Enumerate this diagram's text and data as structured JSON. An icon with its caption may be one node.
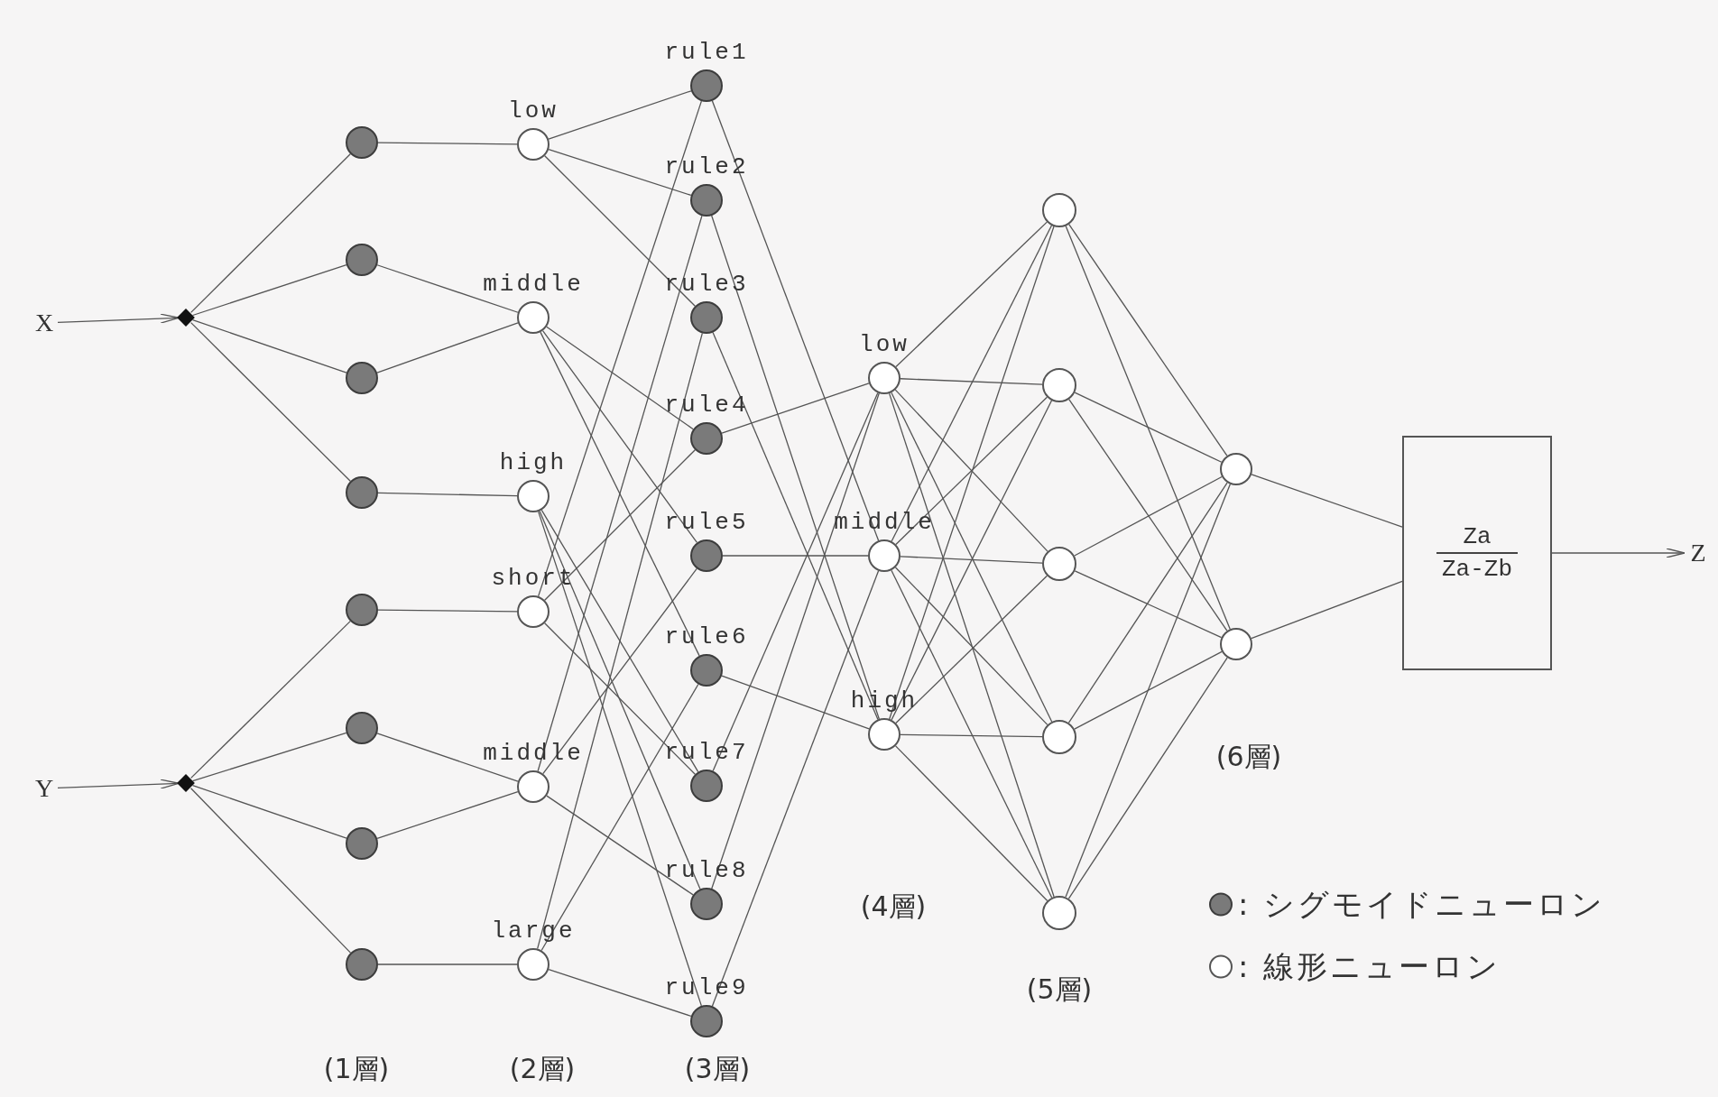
{
  "diagram": {
    "nodes": [
      {
        "text": [
          "X"
        ]
      },
      {
        "text": [
          "Y"
        ]
      },
      {
        "text": [],
        "shape": "diamond"
      },
      {
        "text": [],
        "shape": "diamond"
      },
      {
        "text": [],
        "shape": "circle"
      },
      {
        "text": [],
        "shape": "circle"
      },
      {
        "text": [],
        "shape": "circle"
      },
      {
        "text": [],
        "shape": "circle"
      },
      {
        "text": [],
        "shape": "circle"
      },
      {
        "text": [],
        "shape": "circle"
      },
      {
        "text": [],
        "shape": "circle"
      },
      {
        "text": [],
        "shape": "circle"
      },
      {
        "text": [
          "low"
        ]
      },
      {
        "text": [
          "middle"
        ]
      },
      {
        "text": [
          "high"
        ]
      },
      {
        "text": [
          "short"
        ]
      },
      {
        "text": [
          "middle"
        ]
      },
      {
        "text": [
          "large"
        ]
      },
      {
        "text": [
          "rule1"
        ]
      },
      {
        "text": [
          "rule2"
        ]
      },
      {
        "text": [
          "rule3"
        ]
      },
      {
        "text": [
          "rule4"
        ]
      },
      {
        "text": [
          "rule5"
        ]
      },
      {
        "text": [
          "rule6"
        ]
      },
      {
        "text": [
          "rule7"
        ]
      },
      {
        "text": [
          "rule8"
        ]
      },
      {
        "text": [
          "rule9"
        ]
      },
      {
        "text": [
          "low"
        ]
      },
      {
        "text": [
          "middle"
        ]
      },
      {
        "text": [
          "high"
        ]
      },
      {
        "text": [],
        "shape": "circle"
      },
      {
        "text": [],
        "shape": "circle"
      },
      {
        "text": [],
        "shape": "circle"
      },
      {
        "text": [],
        "shape": "circle"
      },
      {
        "text": [],
        "shape": "circle"
      },
      {
        "text": [],
        "shape": "circle"
      },
      {
        "text": [],
        "shape": "circle"
      },
      {
        "text": [
          "Za",
          "Za-Zb"
        ]
      },
      {
        "text": [
          "Z"
        ]
      }
    ],
    "edges": [
      {
        "from": 0,
        "to": 2,
        "arrow": "to"
      },
      {
        "from": 1,
        "to": 3,
        "arrow": "to"
      },
      {
        "from": 2,
        "to": 4,
        "arrow": "none"
      },
      {
        "from": 2,
        "to": 5,
        "arrow": "none"
      },
      {
        "from": 2,
        "to": 6,
        "arrow": "none"
      },
      {
        "from": 2,
        "to": 7,
        "arrow": "none"
      },
      {
        "from": 3,
        "to": 8,
        "arrow": "none"
      },
      {
        "from": 3,
        "to": 9,
        "arrow": "none"
      },
      {
        "from": 3,
        "to": 10,
        "arrow": "none"
      },
      {
        "from": 3,
        "to": 11,
        "arrow": "none"
      },
      {
        "from": 4,
        "to": 12,
        "arrow": "none"
      },
      {
        "from": 5,
        "to": 13,
        "arrow": "none"
      },
      {
        "from": 6,
        "to": 13,
        "arrow": "none"
      },
      {
        "from": 7,
        "to": 14,
        "arrow": "none"
      },
      {
        "from": 8,
        "to": 15,
        "arrow": "none"
      },
      {
        "from": 9,
        "to": 16,
        "arrow": "none"
      },
      {
        "from": 10,
        "to": 16,
        "arrow": "none"
      },
      {
        "from": 11,
        "to": 17,
        "arrow": "none"
      },
      {
        "from": 12,
        "to": 18,
        "arrow": "none"
      },
      {
        "from": 12,
        "to": 19,
        "arrow": "none"
      },
      {
        "from": 12,
        "to": 20,
        "arrow": "none"
      },
      {
        "from": 13,
        "to": 21,
        "arrow": "none"
      },
      {
        "from": 13,
        "to": 22,
        "arrow": "none"
      },
      {
        "from": 13,
        "to": 23,
        "arrow": "none"
      },
      {
        "from": 14,
        "to": 24,
        "arrow": "none"
      },
      {
        "from": 14,
        "to": 25,
        "arrow": "none"
      },
      {
        "from": 14,
        "to": 26,
        "arrow": "none"
      },
      {
        "from": 15,
        "to": 18,
        "arrow": "none"
      },
      {
        "from": 15,
        "to": 21,
        "arrow": "none"
      },
      {
        "from": 15,
        "to": 24,
        "arrow": "none"
      },
      {
        "from": 16,
        "to": 19,
        "arrow": "none"
      },
      {
        "from": 16,
        "to": 22,
        "arrow": "none"
      },
      {
        "from": 16,
        "to": 25,
        "arrow": "none"
      },
      {
        "from": 17,
        "to": 20,
        "arrow": "none"
      },
      {
        "from": 17,
        "to": 23,
        "arrow": "none"
      },
      {
        "from": 17,
        "to": 26,
        "arrow": "none"
      },
      {
        "from": 18,
        "to": 28,
        "arrow": "none"
      },
      {
        "from": 19,
        "to": 29,
        "arrow": "none"
      },
      {
        "from": 20,
        "to": 29,
        "arrow": "none"
      },
      {
        "from": 21,
        "to": 27,
        "arrow": "none"
      },
      {
        "from": 22,
        "to": 28,
        "arrow": "none"
      },
      {
        "from": 23,
        "to": 29,
        "arrow": "none"
      },
      {
        "from": 24,
        "to": 27,
        "arrow": "none"
      },
      {
        "from": 25,
        "to": 27,
        "arrow": "none"
      },
      {
        "from": 26,
        "to": 28,
        "arrow": "none"
      },
      {
        "from": 27,
        "to": 30,
        "arrow": "none"
      },
      {
        "from": 27,
        "to": 31,
        "arrow": "none"
      },
      {
        "from": 27,
        "to": 32,
        "arrow": "none"
      },
      {
        "from": 27,
        "to": 33,
        "arrow": "none"
      },
      {
        "from": 27,
        "to": 34,
        "arrow": "none"
      },
      {
        "from": 28,
        "to": 30,
        "arrow": "none"
      },
      {
        "from": 28,
        "to": 31,
        "arrow": "none"
      },
      {
        "from": 28,
        "to": 32,
        "arrow": "none"
      },
      {
        "from": 28,
        "to": 33,
        "arrow": "none"
      },
      {
        "from": 28,
        "to": 34,
        "arrow": "none"
      },
      {
        "from": 29,
        "to": 30,
        "arrow": "none"
      },
      {
        "from": 29,
        "to": 31,
        "arrow": "none"
      },
      {
        "from": 29,
        "to": 32,
        "arrow": "none"
      },
      {
        "from": 29,
        "to": 33,
        "arrow": "none"
      },
      {
        "from": 29,
        "to": 34,
        "arrow": "none"
      },
      {
        "from": 30,
        "to": 35,
        "arrow": "none"
      },
      {
        "from": 30,
        "to": 36,
        "arrow": "none"
      },
      {
        "from": 31,
        "to": 35,
        "arrow": "none"
      },
      {
        "from": 31,
        "to": 36,
        "arrow": "none"
      },
      {
        "from": 32,
        "to": 35,
        "arrow": "none"
      },
      {
        "from": 32,
        "to": 36,
        "arrow": "none"
      },
      {
        "from": 33,
        "to": 35,
        "arrow": "none"
      },
      {
        "from": 33,
        "to": 36,
        "arrow": "none"
      },
      {
        "from": 34,
        "to": 35,
        "arrow": "none"
      },
      {
        "from": 34,
        "to": 36,
        "arrow": "none"
      },
      {
        "from": 35,
        "to": 37,
        "arrow": "none"
      },
      {
        "from": 36,
        "to": 37,
        "arrow": "none"
      },
      {
        "from": 37,
        "to": 38,
        "arrow": "to"
      }
    ],
    "labels": [
      "(4層)",
      "(6層)",
      "(5層)",
      "(1層)",
      "(2層)",
      "(3層)"
    ],
    "legend": [
      {
        "text": ": シグモイドニューロン"
      },
      {
        "text": ": 線形ニューロン"
      }
    ]
  }
}
